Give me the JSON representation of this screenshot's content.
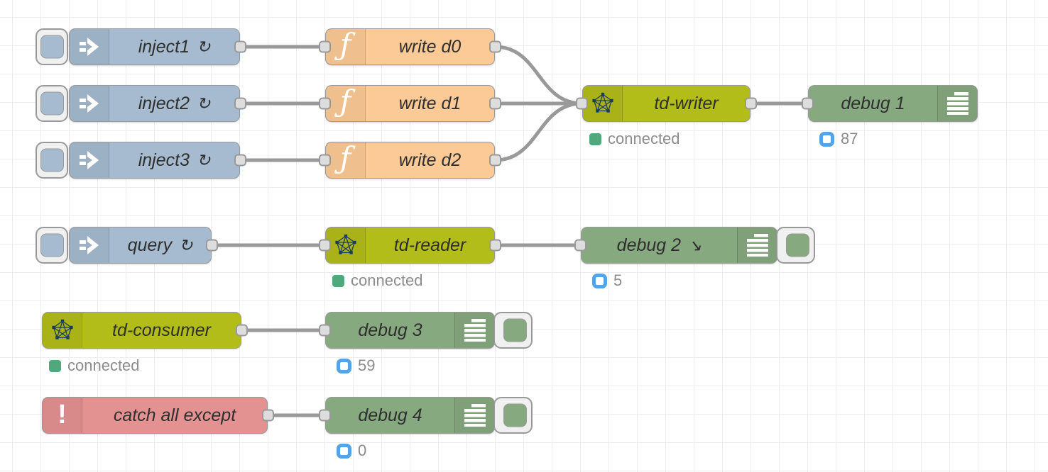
{
  "app": "node-red-flow-editor",
  "palette": {
    "inject": "#a6bbcf",
    "function": "#fcca96",
    "td": "#b3bd19",
    "debug": "#87a980",
    "catch": "#e49191",
    "wire": "#999999",
    "status_green": "#4fa97c",
    "badge_blue": "#54a3e8"
  },
  "nodes": {
    "inject1": {
      "label": "inject1",
      "repeat_glyph": "↻"
    },
    "inject2": {
      "label": "inject2",
      "repeat_glyph": "↻"
    },
    "inject3": {
      "label": "inject3",
      "repeat_glyph": "↻"
    },
    "query": {
      "label": "query",
      "repeat_glyph": "↻"
    },
    "write_d0": {
      "label": "write d0",
      "icon_glyph": "ƒ"
    },
    "write_d1": {
      "label": "write d1",
      "icon_glyph": "ƒ"
    },
    "write_d2": {
      "label": "write d2",
      "icon_glyph": "ƒ"
    },
    "td_writer": {
      "label": "td-writer",
      "status": "connected"
    },
    "td_reader": {
      "label": "td-reader",
      "status": "connected"
    },
    "td_consumer": {
      "label": "td-consumer",
      "status": "connected"
    },
    "catch": {
      "label": "catch all except",
      "icon_glyph": "!"
    },
    "debug1": {
      "label": "debug 1",
      "count": "87"
    },
    "debug2": {
      "label": "debug 2",
      "console_glyph": "↘",
      "count": "5"
    },
    "debug3": {
      "label": "debug 3",
      "count": "59"
    },
    "debug4": {
      "label": "debug 4",
      "count": "0"
    }
  }
}
